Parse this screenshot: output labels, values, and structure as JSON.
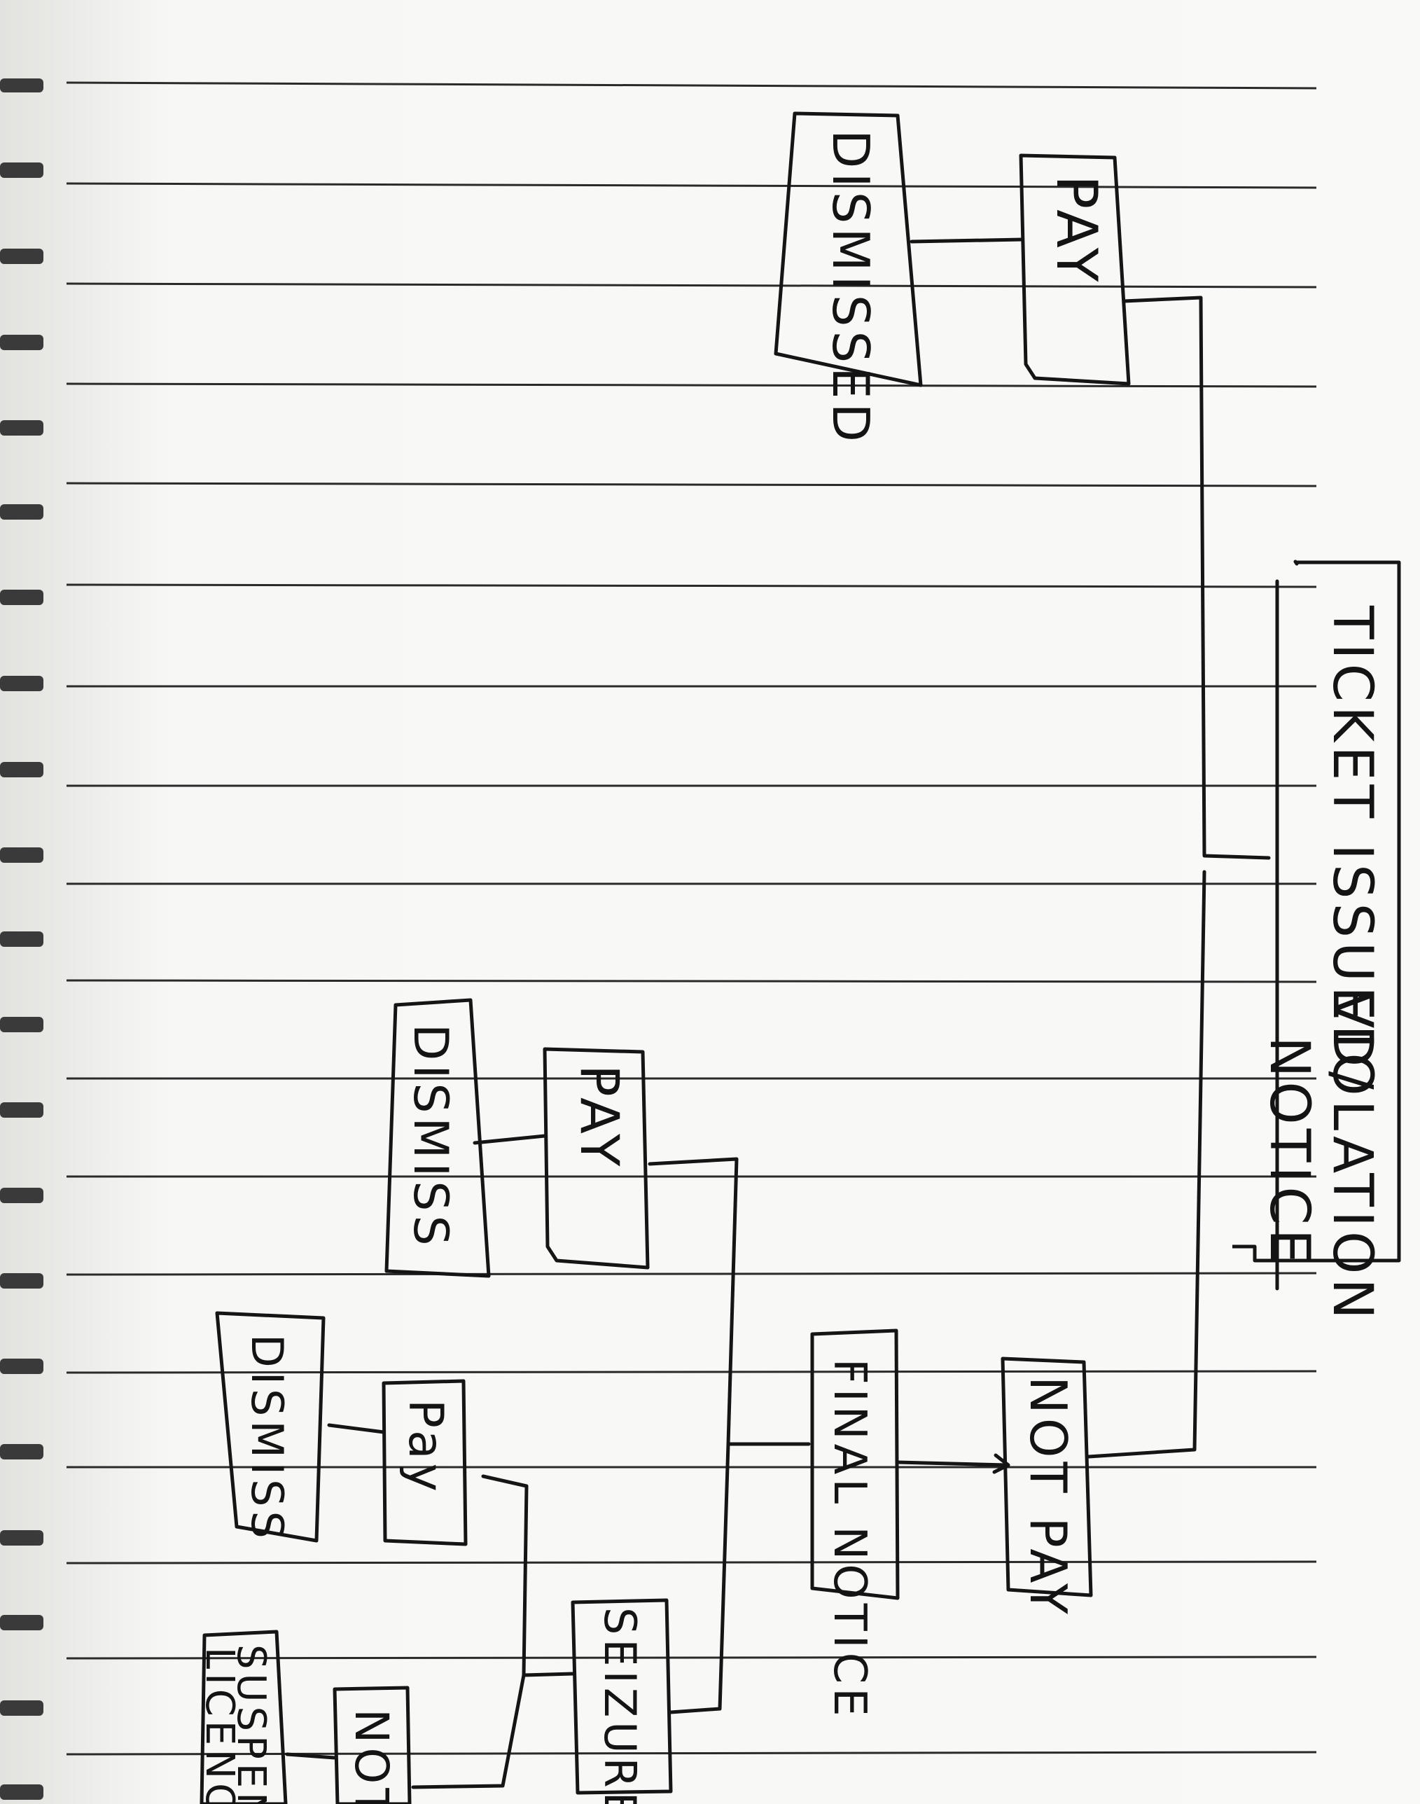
{
  "nodes": {
    "ticket_issued": "TICKET ISSUED/",
    "violation_notice": "VIOLATION",
    "notice": "NOTICE",
    "pay_top": "PAY",
    "dismissed_top": "DISMISSED",
    "not_pay": "NOT PAY",
    "final_notice": "FINAL NOTICE",
    "pay_mid": "PAY",
    "dismiss_mid": "DISMISS",
    "seizure": "SEIZURE",
    "pay_low": "Pay",
    "dismiss_low": "DISMISS",
    "not_pay_low": "NOT",
    "suspend": "SUSPEN",
    "licence": "LICENCE"
  }
}
